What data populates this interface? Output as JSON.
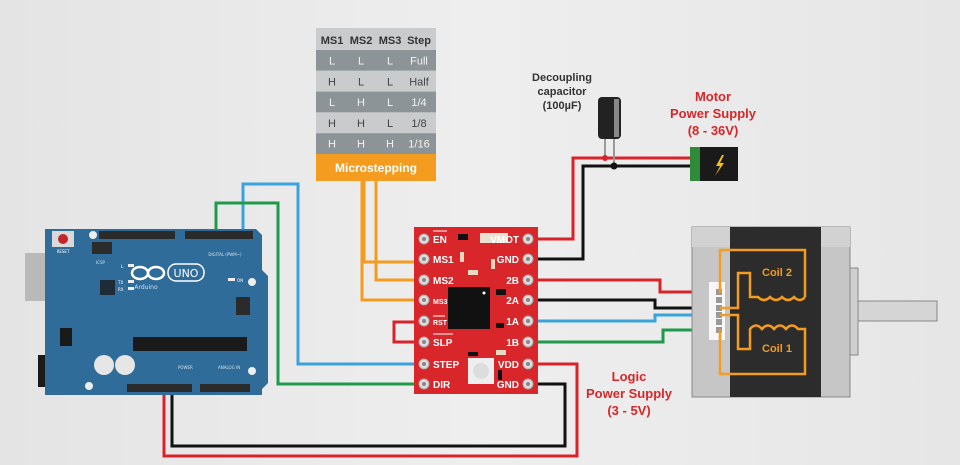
{
  "microstepping_table": {
    "headers": [
      "MS1",
      "MS2",
      "MS3",
      "Step"
    ],
    "rows": [
      [
        "L",
        "L",
        "L",
        "Full"
      ],
      [
        "H",
        "L",
        "L",
        "Half"
      ],
      [
        "L",
        "H",
        "L",
        "1/4"
      ],
      [
        "H",
        "H",
        "L",
        "1/8"
      ],
      [
        "H",
        "H",
        "H",
        "1/16"
      ]
    ],
    "footer": "Microstepping"
  },
  "capacitor": {
    "label_line1": "Decoupling",
    "label_line2": "capacitor",
    "label_line3": "(100µF)"
  },
  "motor_power": {
    "line1": "Motor",
    "line2": "Power Supply",
    "line3": "(8 - 36V)"
  },
  "logic_power": {
    "line1": "Logic",
    "line2": "Power Supply",
    "line3": "(3 - 5V)"
  },
  "driver": {
    "left_pins": [
      "EN",
      "MS1",
      "MS2",
      "MS3",
      "RST",
      "SLP",
      "STEP",
      "DIR"
    ],
    "right_pins": [
      "VMOT",
      "GND",
      "2B",
      "2A",
      "1A",
      "1B",
      "VDD",
      "GND"
    ]
  },
  "motor": {
    "coil2": "Coil 2",
    "coil1": "Coil 1"
  },
  "arduino": {
    "brand": "Arduino",
    "model": "UNO",
    "reset": "RESET",
    "icsp": "ICSP",
    "digital": "DIGITAL (PWM~)",
    "power": "POWER",
    "analog": "ANALOG IN",
    "on": "ON",
    "led_l": "L",
    "led_tx": "TX",
    "led_rx": "RX"
  },
  "colors": {
    "red_wire": "#d8232a",
    "black_wire": "#111111",
    "blue_wire": "#3aa3dc",
    "green_wire": "#1f9a4a",
    "orange": "#f39c1f",
    "driver_board": "#d8262b",
    "arduino_board": "#2f6c99",
    "label_red": "#d8262b"
  }
}
